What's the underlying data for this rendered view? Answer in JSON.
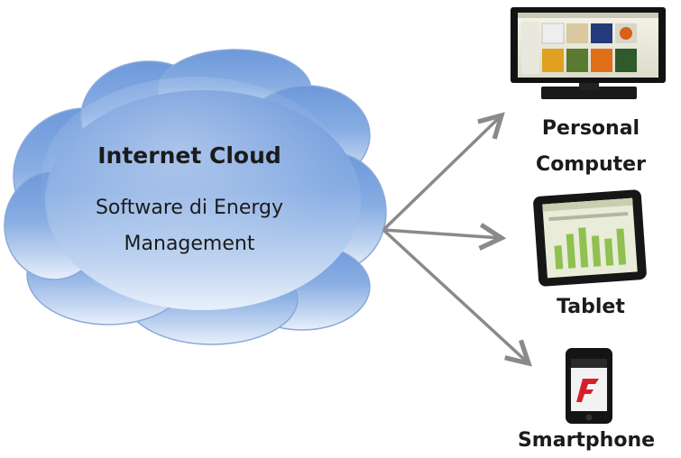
{
  "cloud": {
    "title": "Internet Cloud",
    "subtitle_line1": "Software di Energy",
    "subtitle_line2": "Management"
  },
  "devices": {
    "pc_line1": "Personal",
    "pc_line2": "Computer",
    "tablet": "Tablet",
    "smartphone": "Smartphone"
  },
  "colors": {
    "cloud_light": "#e6eefa",
    "cloud_mid": "#8fb2e4",
    "cloud_dark": "#4d7fd0",
    "arrow": "#8a8a8a",
    "text": "#1b1b1b"
  },
  "icons": {
    "monitor": "desktop-monitor-icon",
    "tablet": "tablet-icon",
    "smartphone": "smartphone-icon"
  }
}
